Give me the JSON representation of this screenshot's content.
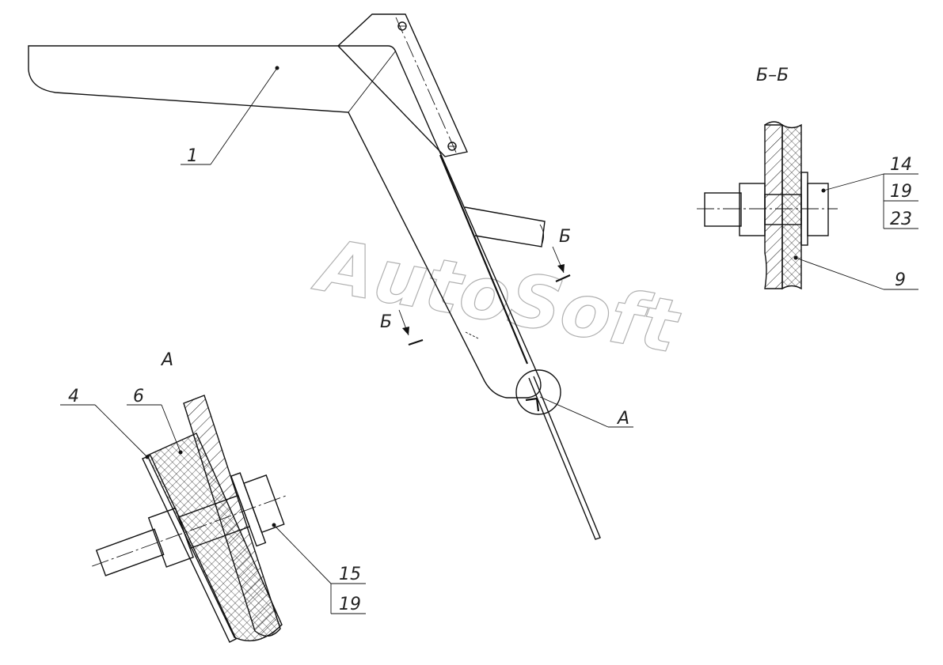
{
  "watermark": "AutoSoft",
  "view_labels": {
    "section_bb": "Б–Б",
    "detail_a": "А",
    "cut_mark_upper": "Б",
    "cut_mark_lower": "Б",
    "detail_callout": "А"
  },
  "main_view": {
    "part_labels": [
      "1"
    ]
  },
  "section_bb": {
    "part_labels": [
      "14",
      "19",
      "23",
      "9"
    ]
  },
  "detail_a": {
    "part_labels": [
      "4",
      "6",
      "15",
      "19"
    ]
  }
}
